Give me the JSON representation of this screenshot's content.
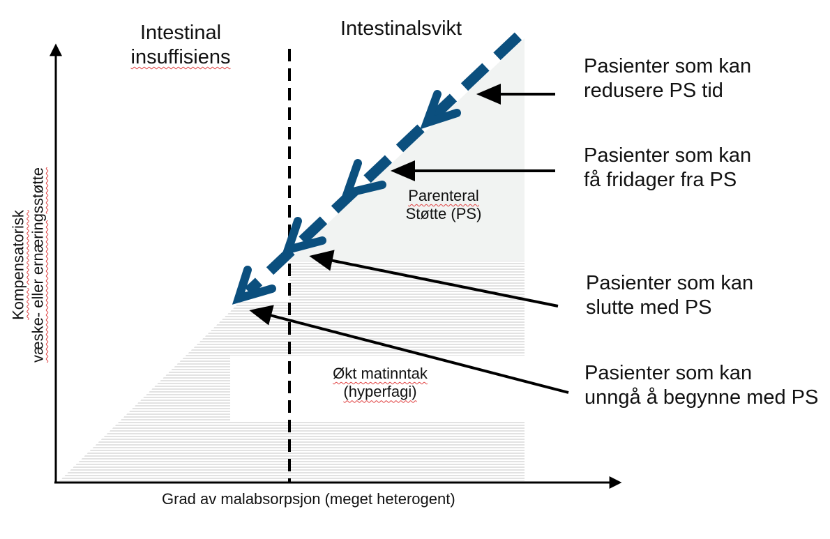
{
  "regions": {
    "insufficiency": [
      "Intestinal",
      "insuffisiens"
    ],
    "failure": "Intestinalsvikt"
  },
  "zones": {
    "parenteral": [
      "Parenteral",
      "Støtte  (PS)"
    ],
    "hyperphagia": [
      "Økt  matinntak",
      "(hyperfagi)"
    ]
  },
  "axes": {
    "x": "Grad  av  malabsorpsjon  (meget  heterogent)",
    "y": [
      "Kompensatorisk",
      "væske-  eller  ernæringsstøtte"
    ]
  },
  "patients": [
    {
      "line1": "Pasienter som kan",
      "line2": "redusere PS tid"
    },
    {
      "line1": "Pasienter som kan",
      "line2": "få fridager fra PS"
    },
    {
      "line1": "Pasienter som kan",
      "line2": "slutte med PS"
    },
    {
      "line1": "Pasienter som kan",
      "line2": "unngå å begynne med PS"
    }
  ],
  "colors": {
    "trend_arrow": "#0b4f7e",
    "parenteral_fill": "#f1f3f2",
    "hatch": "#c4c4c4",
    "axis": "#000000"
  }
}
